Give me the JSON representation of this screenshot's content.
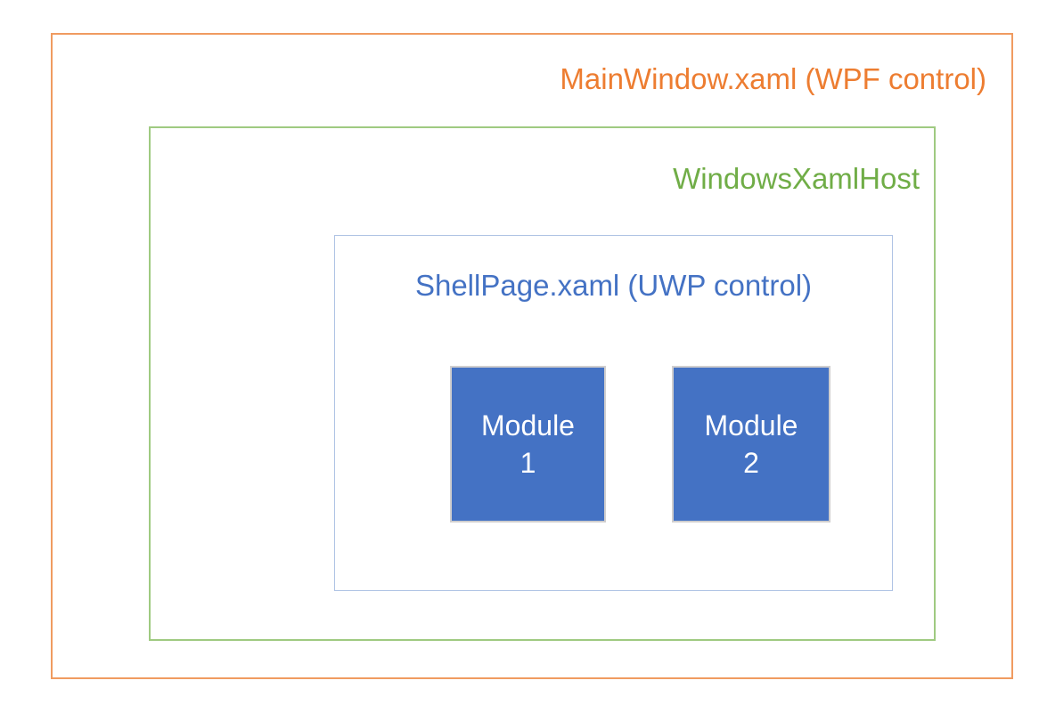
{
  "outer": {
    "label": "MainWindow.xaml (WPF control)"
  },
  "host": {
    "label": "WindowsXamlHost"
  },
  "shell": {
    "label": "ShellPage.xaml (UWP control)"
  },
  "modules": [
    {
      "line1": "Module",
      "line2": "1"
    },
    {
      "line1": "Module",
      "line2": "2"
    }
  ],
  "colors": {
    "accent_orange": "#ED7D31",
    "border_orange": "#F09B60",
    "accent_green": "#70AD47",
    "border_green": "#9FCA81",
    "accent_blue": "#4472C4",
    "border_blue": "#AFC3E4",
    "module_fill": "#4472C4",
    "module_border": "#D0CECE",
    "module_text": "#FFFFFF"
  }
}
